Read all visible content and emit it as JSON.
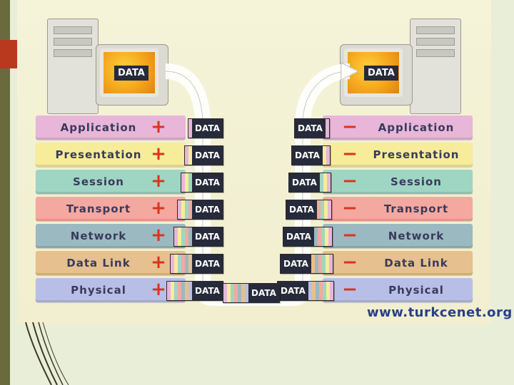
{
  "layers": [
    {
      "name": "Application",
      "color": "#e7b6d9"
    },
    {
      "name": "Presentation",
      "color": "#f7ec9a"
    },
    {
      "name": "Session",
      "color": "#9fd6c3"
    },
    {
      "name": "Transport",
      "color": "#f4a9a0"
    },
    {
      "name": "Network",
      "color": "#9bb9c1"
    },
    {
      "name": "Data Link",
      "color": "#e6c08e"
    },
    {
      "name": "Physical",
      "color": "#b8bfe7"
    }
  ],
  "left_sign": "+",
  "right_sign": "−",
  "packet_label": "DATA",
  "computer_label": "DATA",
  "watermark": "www.turkcenet.org"
}
